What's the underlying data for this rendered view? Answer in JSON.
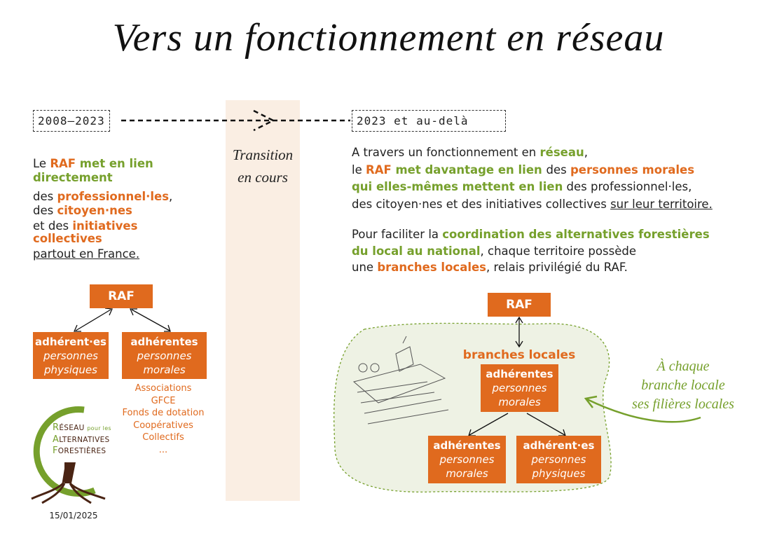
{
  "title": "Vers un fonctionnement en réseau",
  "timeline": {
    "before": "2008–2023",
    "transition": [
      "Transition",
      "en cours"
    ],
    "after": "2023 et au-delà"
  },
  "left_text": {
    "l1a": "Le ",
    "l1b": "RAF",
    "l1c": " met en lien directement",
    "l2a": "des ",
    "l2b": "professionnel·les",
    ",": ",",
    "l3a": "des ",
    "l3b": "citoyen·nes",
    "l4a": "et des ",
    "l4b": "initiatives collectives",
    "l5": "partout en France."
  },
  "right_text": {
    "p1": {
      "a": "A travers un fonctionnement en ",
      "b": "réseau",
      "c": ",",
      "d": "le ",
      "e": "RAF",
      "f": " met davantage en lien ",
      "g": " des ",
      "h": "personnes morales",
      "i": "qui elles-mêmes mettent en lien",
      "j": " des professionnel·les,",
      "k": "des citoyen·nes et des initiatives collectives ",
      "l": "sur leur territoire."
    },
    "p2": {
      "a": "Pour faciliter la ",
      "b": "coordination des alternatives forestières",
      "c": "du local au national",
      "d": ", chaque territoire possède",
      "e": "une ",
      "f": "branches locales",
      "g": ", relais privilégié du RAF."
    }
  },
  "left_diagram": {
    "root": "RAF",
    "physiques": {
      "title": "adhérent·es",
      "sub1": "personnes",
      "sub2": "physiques"
    },
    "morales": {
      "title": "adhérentes",
      "sub1": "personnes",
      "sub2": "morales"
    },
    "types": [
      "Associations",
      "GFCE",
      "Fonds de dotation",
      "Coopératives",
      "Collectifs",
      "..."
    ]
  },
  "right_diagram": {
    "root": "RAF",
    "branch_label": "branches locales",
    "branch": {
      "title": "adhérentes",
      "sub1": "personnes",
      "sub2": "morales"
    },
    "morales": {
      "title": "adhérentes",
      "sub1": "personnes",
      "sub2": "morales"
    },
    "physiques": {
      "title": "adhérent·es",
      "sub1": "personnes",
      "sub2": "physiques"
    },
    "annotation": [
      "À chaque",
      "branche locale",
      "ses filières locales"
    ]
  },
  "logo": {
    "l1a": "R",
    "l1b": "ÉSEAU",
    "l1c": "pour les",
    "l2a": "A",
    "l2b": "LTERNATIVES",
    "l3a": "F",
    "l3b": "ORESTIÈRES"
  },
  "date": "15/01/2025",
  "colors": {
    "orange": "#e06a1e",
    "green": "#76a02c",
    "band": "#faeee3",
    "blob": "#eef2e4"
  }
}
